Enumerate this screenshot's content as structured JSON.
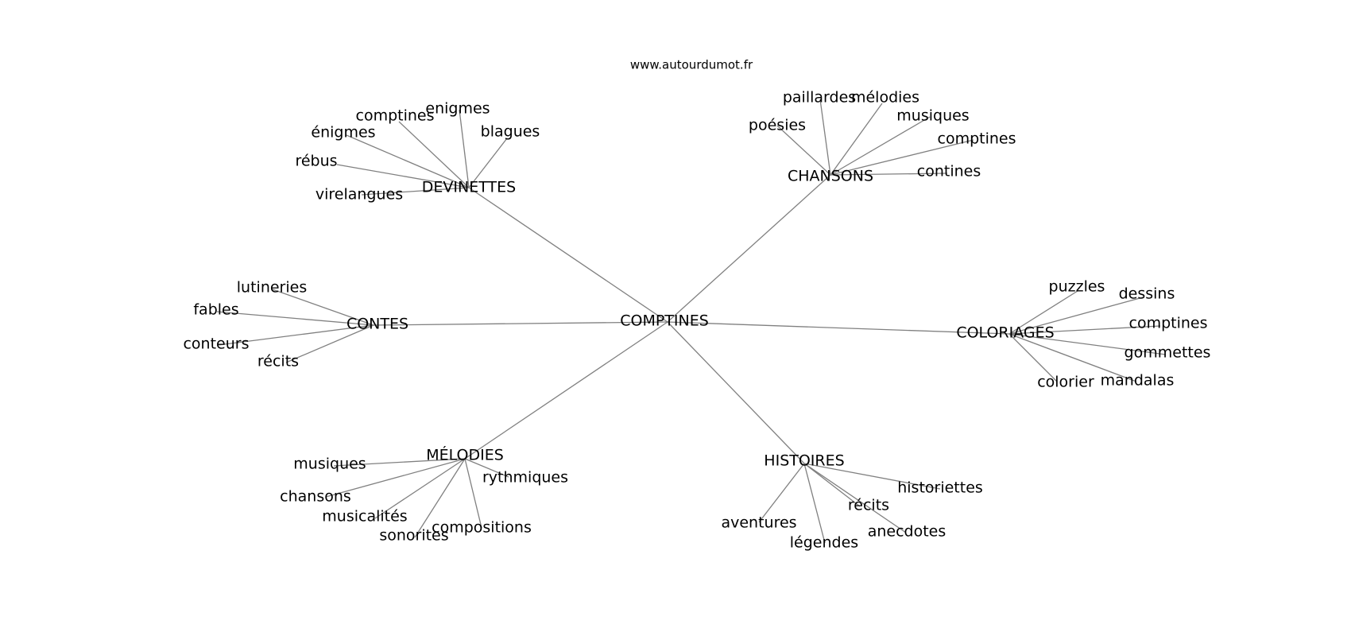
{
  "site": "www.autourdumot.fr",
  "center": "COMPTINES",
  "edge_color": "#808080",
  "hubs": [
    {
      "id": "devinettes",
      "label": "DEVINETTES",
      "leaves": [
        "enigmes",
        "comptines",
        "énigmes",
        "blagues",
        "rébus",
        "virelangues"
      ]
    },
    {
      "id": "chansons",
      "label": "CHANSONS",
      "leaves": [
        "paillardes",
        "mélodies",
        "poésies",
        "musiques",
        "comptines",
        "contines"
      ]
    },
    {
      "id": "contes",
      "label": "CONTES",
      "leaves": [
        "lutineries",
        "fables",
        "conteurs",
        "récits"
      ]
    },
    {
      "id": "coloriages",
      "label": "COLORIAGES",
      "leaves": [
        "puzzles",
        "dessins",
        "comptines",
        "gommettes",
        "mandalas",
        "colorier"
      ]
    },
    {
      "id": "melodies",
      "label": "MÉLODIES",
      "leaves": [
        "musiques",
        "rythmiques",
        "chansons",
        "musicalités",
        "compositions",
        "sonorites"
      ]
    },
    {
      "id": "histoires",
      "label": "HISTOIRES",
      "leaves": [
        "historiettes",
        "récits",
        "aventures",
        "anecdotes",
        "légendes"
      ]
    }
  ]
}
